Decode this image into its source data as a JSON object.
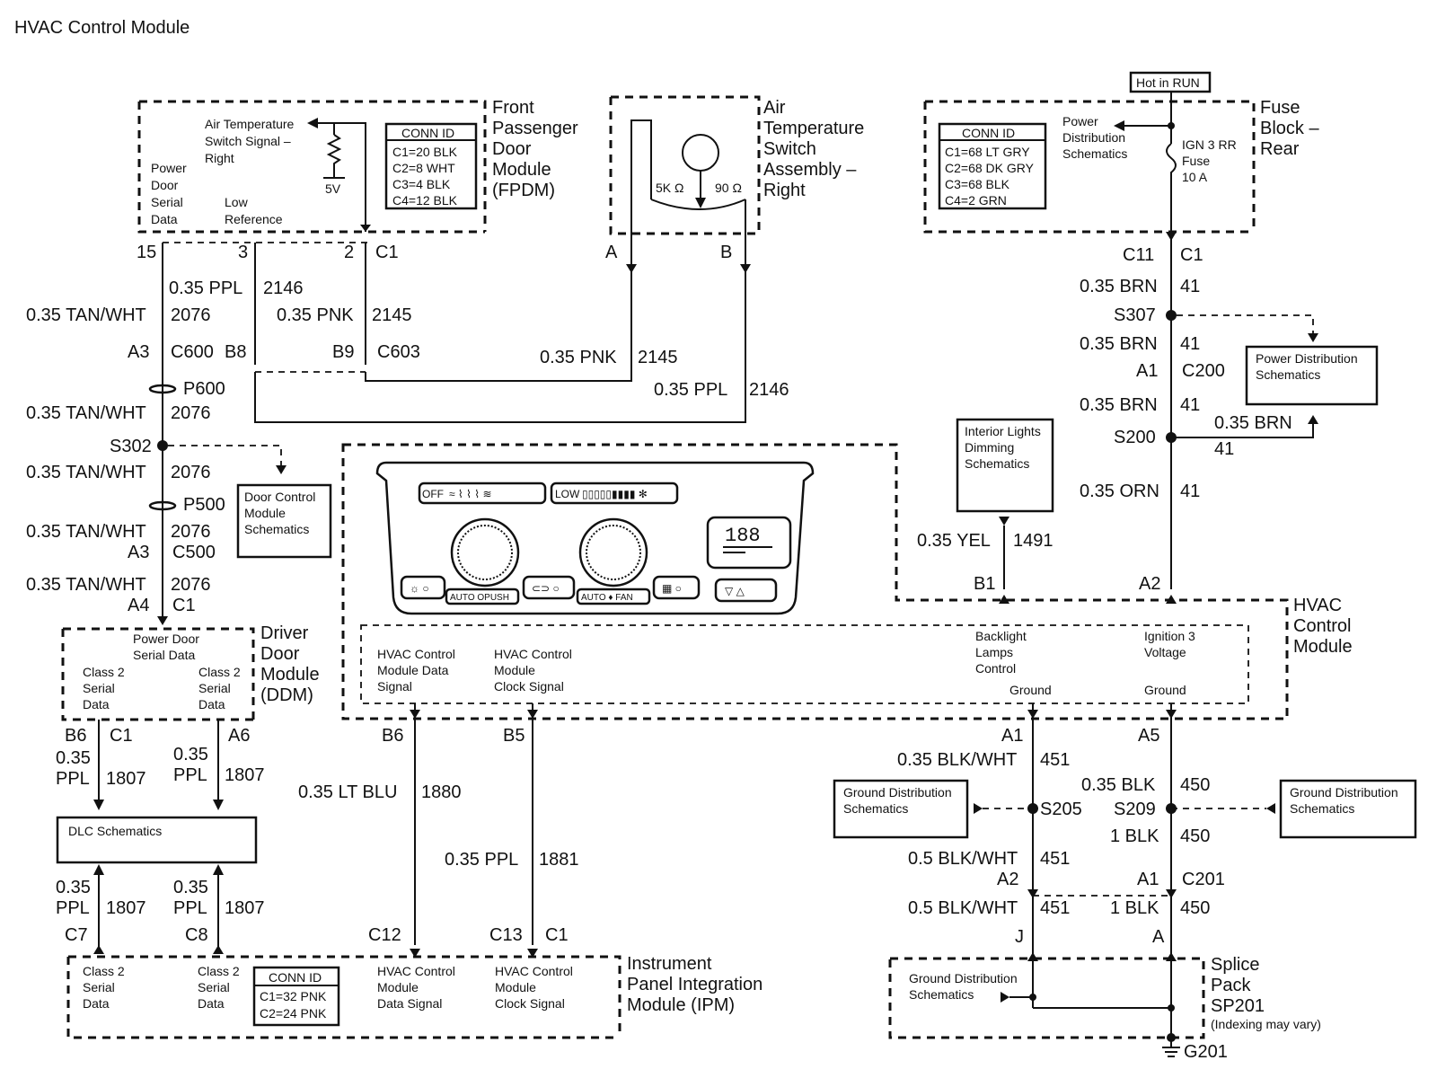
{
  "title": "HVAC Control Module",
  "fpdm": {
    "name": [
      "Front",
      "Passenger",
      "Door",
      "Module",
      "(FPDM)"
    ],
    "signal": [
      "Air Temperature",
      "Switch Signal –",
      "Right"
    ],
    "five_v": "5V",
    "power_door": [
      "Power",
      "Door",
      "Serial",
      "Data"
    ],
    "low_ref": [
      "Low",
      "Reference"
    ],
    "conn_title": "CONN ID",
    "conn": [
      "C1=20 BLK",
      "C2=8 WHT",
      "C3=4 BLK",
      "C4=12 BLK"
    ],
    "pins": [
      "15",
      "3",
      "2",
      "C1"
    ]
  },
  "ats": {
    "name": [
      "Air",
      "Temperature",
      "Switch",
      "Assembly –",
      "Right"
    ],
    "r1": "5K Ω",
    "r2": "90 Ω",
    "pin_a": "A",
    "pin_b": "B"
  },
  "fuse": {
    "hot": "Hot in RUN",
    "name": [
      "Fuse",
      "Block –",
      "Rear"
    ],
    "conn_title": "CONN ID",
    "conn": [
      "C1=68 LT GRY",
      "C2=68 DK GRY",
      "C3=68 BLK",
      "C4=2 GRN"
    ],
    "pd": [
      "Power",
      "Distribution",
      "Schematics"
    ],
    "fuse_label": [
      "IGN 3 RR",
      "Fuse",
      "10 A"
    ],
    "c11": "C11",
    "c1": "C1"
  },
  "left_wires": {
    "w_ppl": "0.35 PPL",
    "n_2146": "2146",
    "w_tan": "0.35 TAN/WHT",
    "n_2076": "2076",
    "w_pnk": "0.35 PNK",
    "n_2145": "2145",
    "a3": "A3",
    "c600": "C600",
    "b8": "B8",
    "b9": "B9",
    "c603": "C603",
    "p600": "P600",
    "s302": "S302",
    "p500": "P500",
    "a3b": "A3",
    "c500": "C500",
    "a4": "A4",
    "c1": "C1",
    "dcm": [
      "Door Control",
      "Module",
      "Schematics"
    ],
    "pnk2": "0.35 PNK",
    "n2145b": "2145",
    "ppl2": "0.35 PPL",
    "n2146b": "2146"
  },
  "ddm": {
    "name": [
      "Driver",
      "Door",
      "Module",
      "(DDM)"
    ],
    "pds": [
      "Power Door",
      "Serial Data"
    ],
    "c2a": [
      "Class 2",
      "Serial",
      "Data"
    ],
    "c2b": [
      "Class 2",
      "Serial",
      "Data"
    ],
    "b6": "B6",
    "c1": "C1",
    "a6": "A6",
    "w1": [
      "0.35",
      "PPL"
    ],
    "n1": "1807",
    "w2": [
      "0.35",
      "PPL"
    ],
    "n2": "1807"
  },
  "dlc": {
    "label": "DLC Schematics",
    "w1": [
      "0.35",
      "PPL"
    ],
    "n1": "1807",
    "w2": [
      "0.35",
      "PPL"
    ],
    "n2": "1807",
    "c7": "C7",
    "c8": "C8"
  },
  "hvac": {
    "name": [
      "HVAC",
      "Control",
      "Module"
    ],
    "data_sig": [
      "HVAC Control",
      "Module Data",
      "Signal"
    ],
    "clk_sig": [
      "HVAC Control",
      "Module",
      "Clock Signal"
    ],
    "backlight": [
      "Backlight",
      "Lamps",
      "Control"
    ],
    "ign": [
      "Ignition 3",
      "Voltage"
    ],
    "ground1": "Ground",
    "ground2": "Ground",
    "b6": "B6",
    "b5": "B5",
    "ltblu": "0.35 LT BLU",
    "n1880": "1880",
    "ppl": "0.35 PPL",
    "n1881": "1881",
    "b1": "B1",
    "a2": "A2",
    "a1": "A1",
    "a5": "A5",
    "panel": {
      "off": "OFF",
      "low": "LOW",
      "disp": "188",
      "btn_auto_opush": "AUTO OPUSH",
      "btn_auto_fan": "AUTO ♦ FAN"
    }
  },
  "ipm": {
    "name": [
      "Instrument",
      "Panel Integration",
      "Module (IPM)"
    ],
    "c2a": [
      "Class 2",
      "Serial",
      "Data"
    ],
    "c2b": [
      "Class 2",
      "Serial",
      "Data"
    ],
    "conn_title": "CONN ID",
    "conn": [
      "C1=32 PNK",
      "C2=24 PNK"
    ],
    "data": [
      "HVAC Control",
      "Module",
      "Data Signal"
    ],
    "clk": [
      "HVAC Control",
      "Module",
      "Clock Signal"
    ],
    "c12": "C12",
    "c13": "C13",
    "c1": "C1"
  },
  "right_wires": {
    "brn1": "0.35 BRN",
    "n41a": "41",
    "s307": "S307",
    "brn2": "0.35 BRN",
    "n41b": "41",
    "a1": "A1",
    "c200": "C200",
    "brn3": "0.35 BRN",
    "n41c": "41",
    "s200": "S200",
    "brn4": "0.35 BRN",
    "n41d": "41",
    "orn": "0.35 ORN",
    "n41e": "41",
    "pds": [
      "Power Distribution",
      "Schematics"
    ],
    "ild": [
      "Interior Lights",
      "Dimming",
      "Schematics"
    ],
    "yel": "0.35 YEL",
    "n1491": "1491"
  },
  "ground_wires": {
    "blkwht1": "0.35 BLK/WHT",
    "n451a": "451",
    "blk1": "0.35 BLK",
    "n450a": "450",
    "gds_left": [
      "Ground Distribution",
      "Schematics"
    ],
    "gds_right": [
      "Ground Distribution",
      "Schematics"
    ],
    "s205": "S205",
    "s209": "S209",
    "blk2": "1 BLK",
    "n450b": "450",
    "blkwht2": "0.5 BLK/WHT",
    "n451b": "451",
    "a2": "A2",
    "a1": "A1",
    "c201": "C201",
    "blkwht3": "0.5 BLK/WHT",
    "n451c": "451",
    "blk3": "1 BLK",
    "n450c": "450",
    "j": "J",
    "a": "A"
  },
  "splice": {
    "name": [
      "Splice",
      "Pack",
      "SP201"
    ],
    "note": "(Indexing may vary)",
    "gds": [
      "Ground Distribution",
      "Schematics"
    ],
    "g201": "G201"
  }
}
